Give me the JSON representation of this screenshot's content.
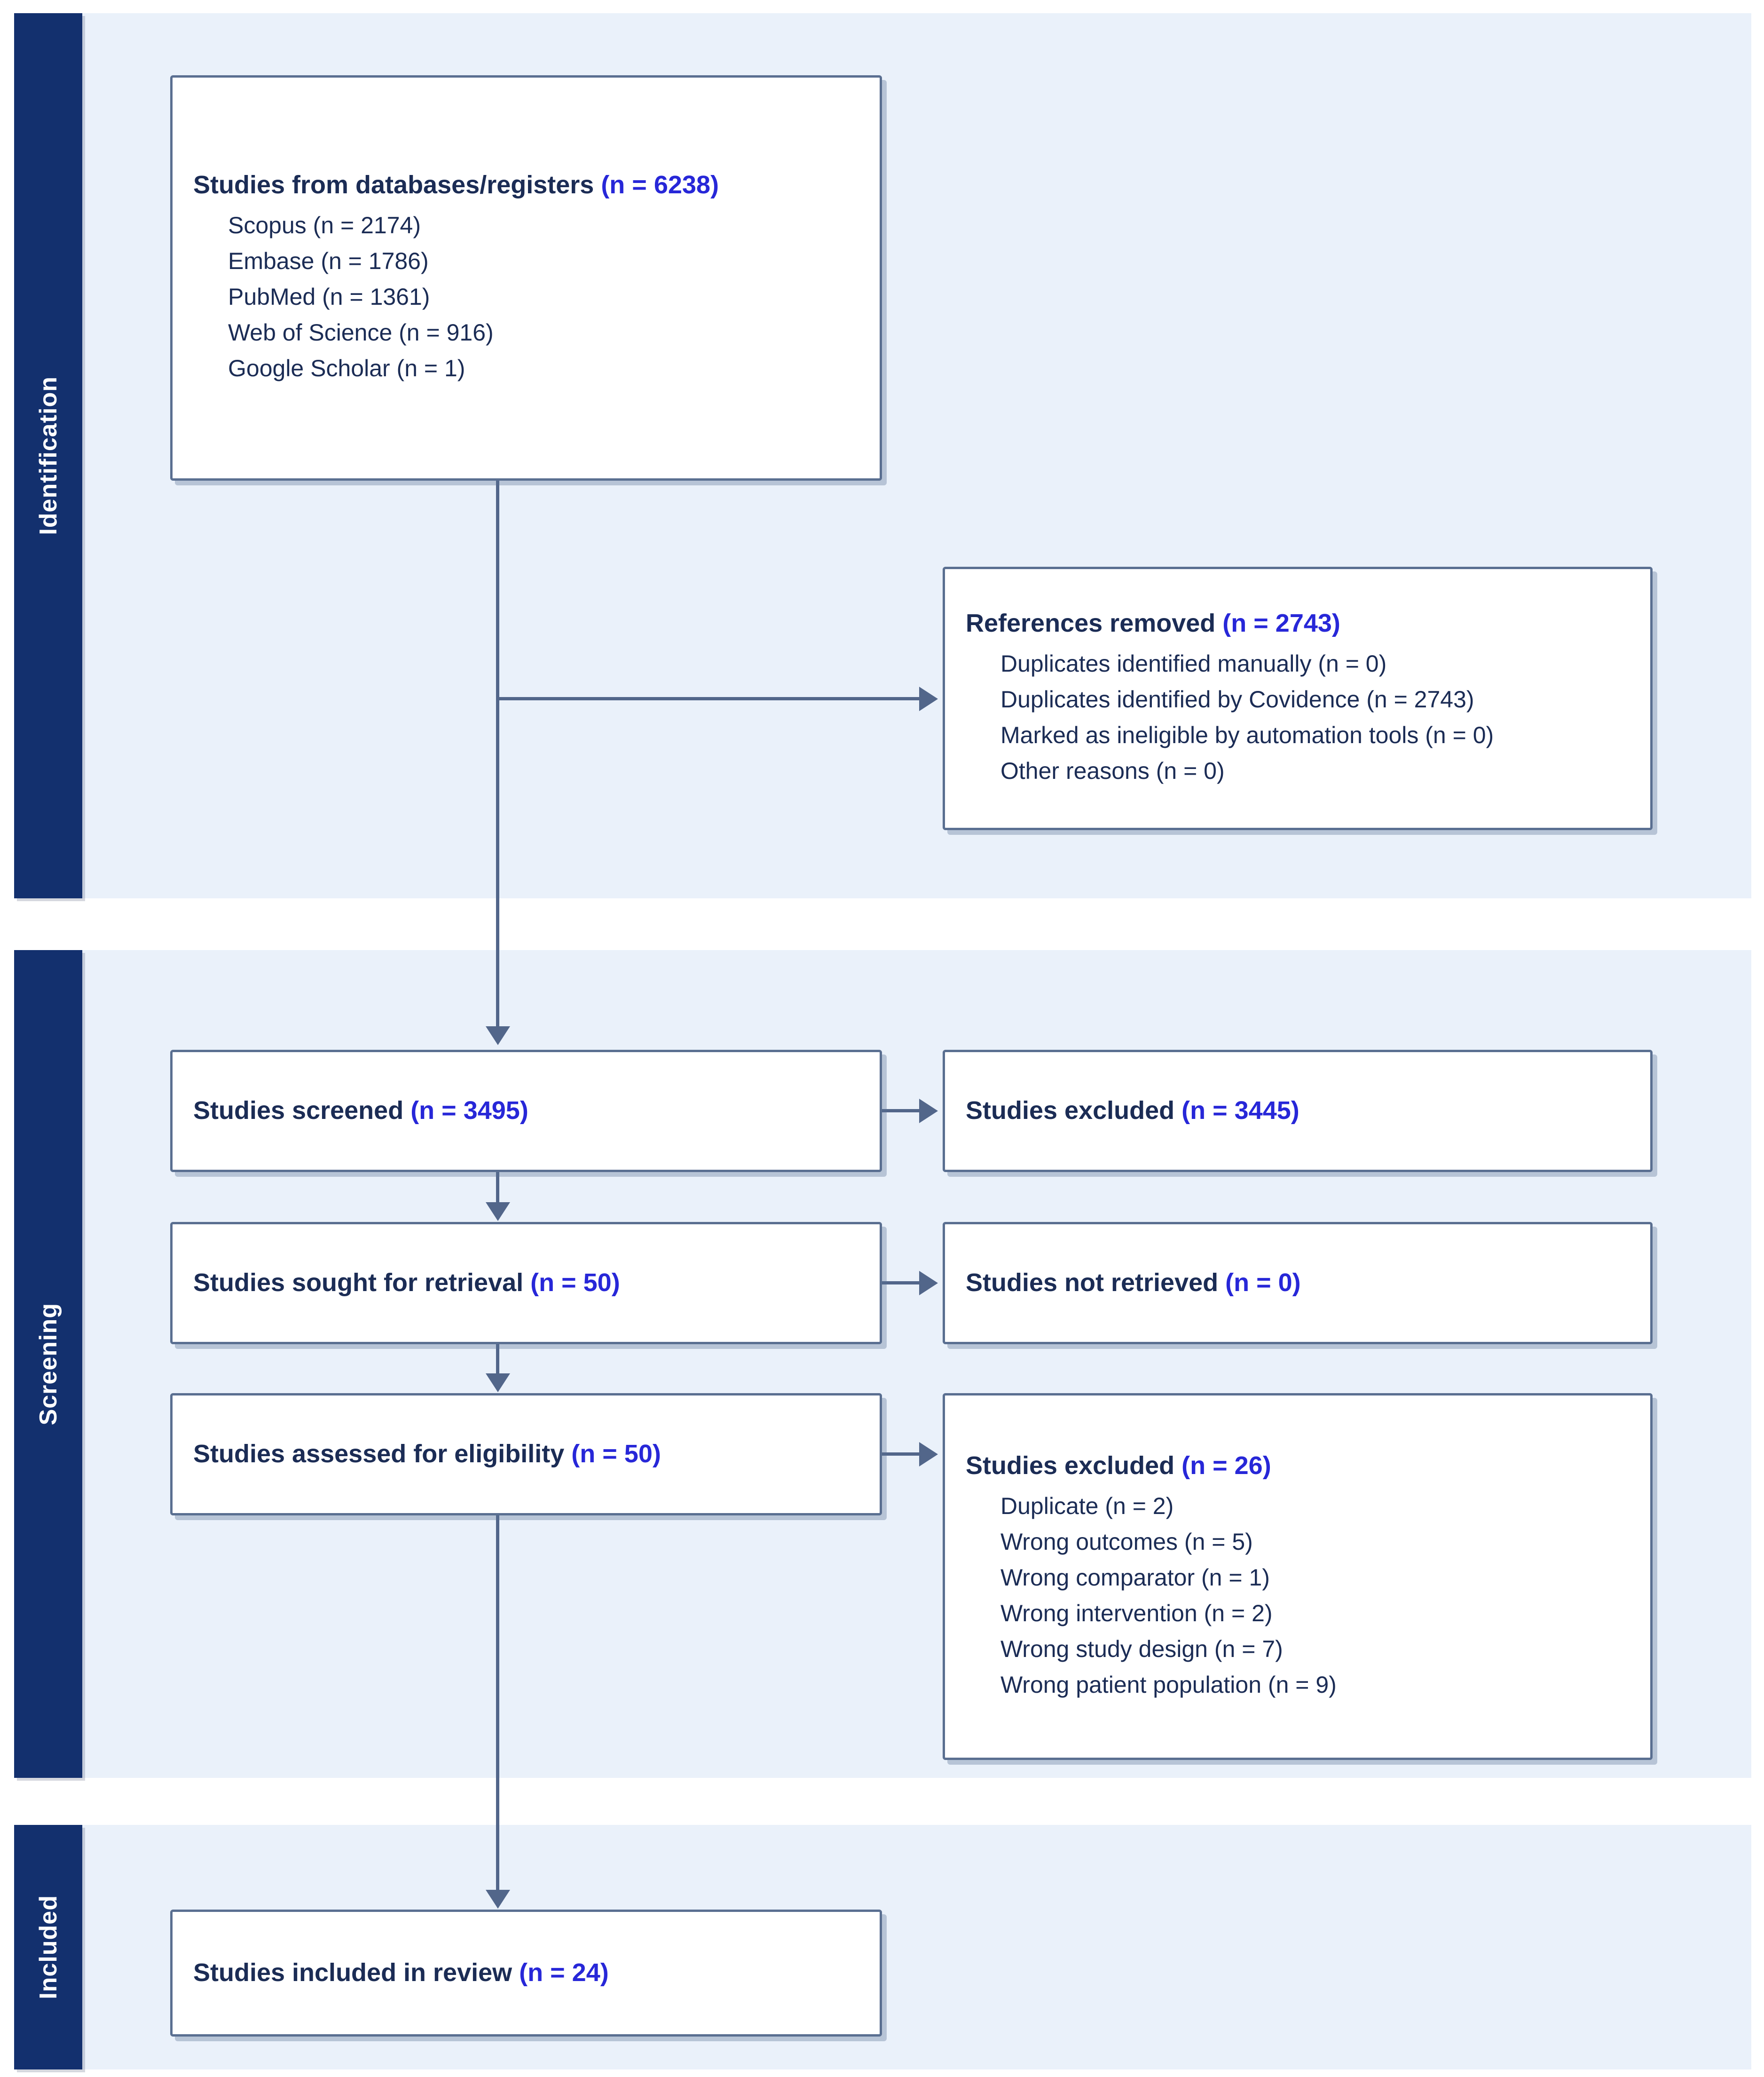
{
  "diagram": {
    "type": "PRISMA flow diagram",
    "stages": [
      {
        "key": "identification",
        "label": "Identification"
      },
      {
        "key": "screening",
        "label": "Screening"
      },
      {
        "key": "included",
        "label": "Included"
      }
    ],
    "accent_color": "#13306e",
    "box_border_color": "#5a6f91",
    "number_color": "#2727d8",
    "band_color": "#eaf1fa"
  },
  "boxes": {
    "sources": {
      "title": "Studies from databases/registers (n = 6238)",
      "title_text": "Studies from databases/registers ",
      "title_n": "(n = 6238)",
      "items": [
        "Scopus (n = 2174)",
        "Embase (n = 1786)",
        "PubMed (n = 1361)",
        "Web of Science (n = 916)",
        "Google Scholar (n = 1)"
      ]
    },
    "removed": {
      "title": "References removed (n = 2743)",
      "title_text": "References removed ",
      "title_n": "(n = 2743)",
      "items": [
        "Duplicates identified manually (n = 0)",
        "Duplicates identified by Covidence (n = 2743)",
        "Marked as ineligible by automation tools (n = 0)",
        "Other reasons (n = 0)"
      ]
    },
    "screened": {
      "title": "Studies screened (n = 3495)",
      "title_text": "Studies screened ",
      "title_n": "(n = 3495)",
      "items": []
    },
    "excluded_screening": {
      "title": "Studies excluded (n = 3445)",
      "title_text": "Studies excluded ",
      "title_n": "(n = 3445)",
      "items": []
    },
    "sought": {
      "title": "Studies sought for retrieval (n = 50)",
      "title_text": "Studies sought for retrieval ",
      "title_n": "(n = 50)",
      "items": []
    },
    "not_retrieved": {
      "title": "Studies not retrieved (n = 0)",
      "title_text": "Studies not retrieved ",
      "title_n": "(n = 0)",
      "items": []
    },
    "assessed": {
      "title": "Studies assessed for eligibility (n = 50)",
      "title_text": "Studies assessed for eligibility ",
      "title_n": "(n = 50)",
      "items": []
    },
    "excluded_eligibility": {
      "title": "Studies excluded (n = 26)",
      "title_text": "Studies excluded ",
      "title_n": "(n = 26)",
      "items": [
        "Duplicate (n = 2)",
        "Wrong outcomes (n = 5)",
        "Wrong comparator (n = 1)",
        "Wrong intervention (n = 2)",
        "Wrong study design (n = 7)",
        "Wrong patient population (n = 9)"
      ]
    },
    "included": {
      "title": "Studies included in review (n = 24)",
      "title_text": "Studies included in review ",
      "title_n": "(n = 24)",
      "items": []
    }
  }
}
